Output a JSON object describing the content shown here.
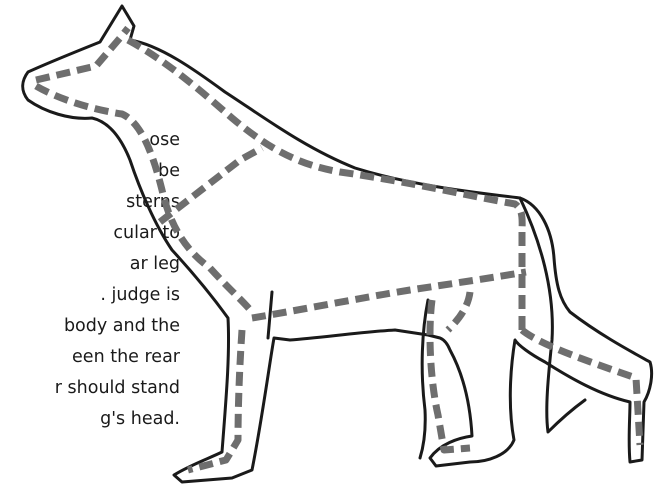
{
  "caption_fragments": [
    "ose",
    "be",
    "sterns",
    "cular to",
    "ar leg",
    ". judge is",
    "body and the",
    "een the rear",
    "r should stand",
    "g's head."
  ],
  "colors": {
    "outline": "#1a1a1a",
    "dash": "#6e6e6e",
    "background": "#ffffff"
  }
}
